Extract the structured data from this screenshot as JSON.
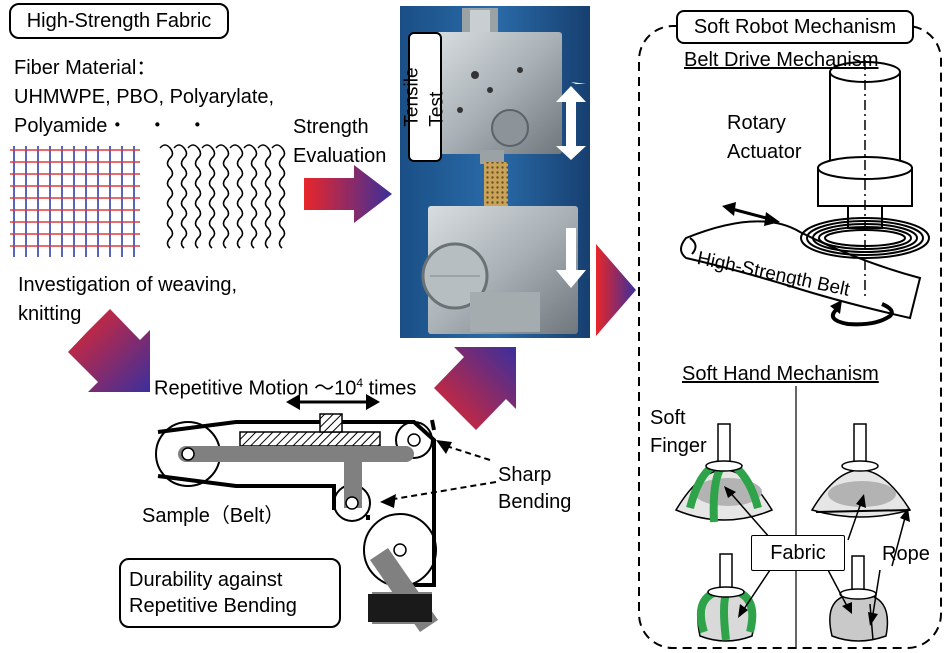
{
  "fabric": {
    "title": "High-Strength Fabric",
    "fiber_label": "Fiber Material：",
    "fiber_line2": "UHMWPE, PBO,  Polyarylate,",
    "fiber_line3": "Polyamide・　・　・",
    "investigation_line1": "Investigation of weaving,",
    "investigation_line2": "knitting"
  },
  "strength": {
    "line1": "Strength",
    "line2": "Evaluation"
  },
  "tensile": {
    "label": "Tensile Test"
  },
  "durability": {
    "motion_text": "Repetitive Motion ～10",
    "motion_exp": "4",
    "motion_suffix": " times",
    "sample_label": "Sample（Belt）",
    "sharp_line1": "Sharp",
    "sharp_line2": "Bending",
    "box_line1": "Durability against",
    "box_line2": "Repetitive Bending"
  },
  "soft_robot": {
    "title": "Soft Robot Mechanism",
    "belt_heading": "Belt Drive Mechanism",
    "rotary_line1": "Rotary",
    "rotary_line2": "Actuator",
    "belt_label": "High-Strength Belt",
    "hand_heading": "Soft Hand Mechanism",
    "soft_line1": "Soft",
    "soft_line2": "Finger",
    "fabric_label": "Fabric",
    "rope_label": "Rope"
  },
  "colors": {
    "arrow_start": "#e8262a",
    "arrow_end": "#3b2f9c",
    "finger_green": "#2ea34a",
    "gray_bar": "#808080",
    "weave_red": "#e23a3a",
    "weave_blue": "#2f3fb0"
  }
}
